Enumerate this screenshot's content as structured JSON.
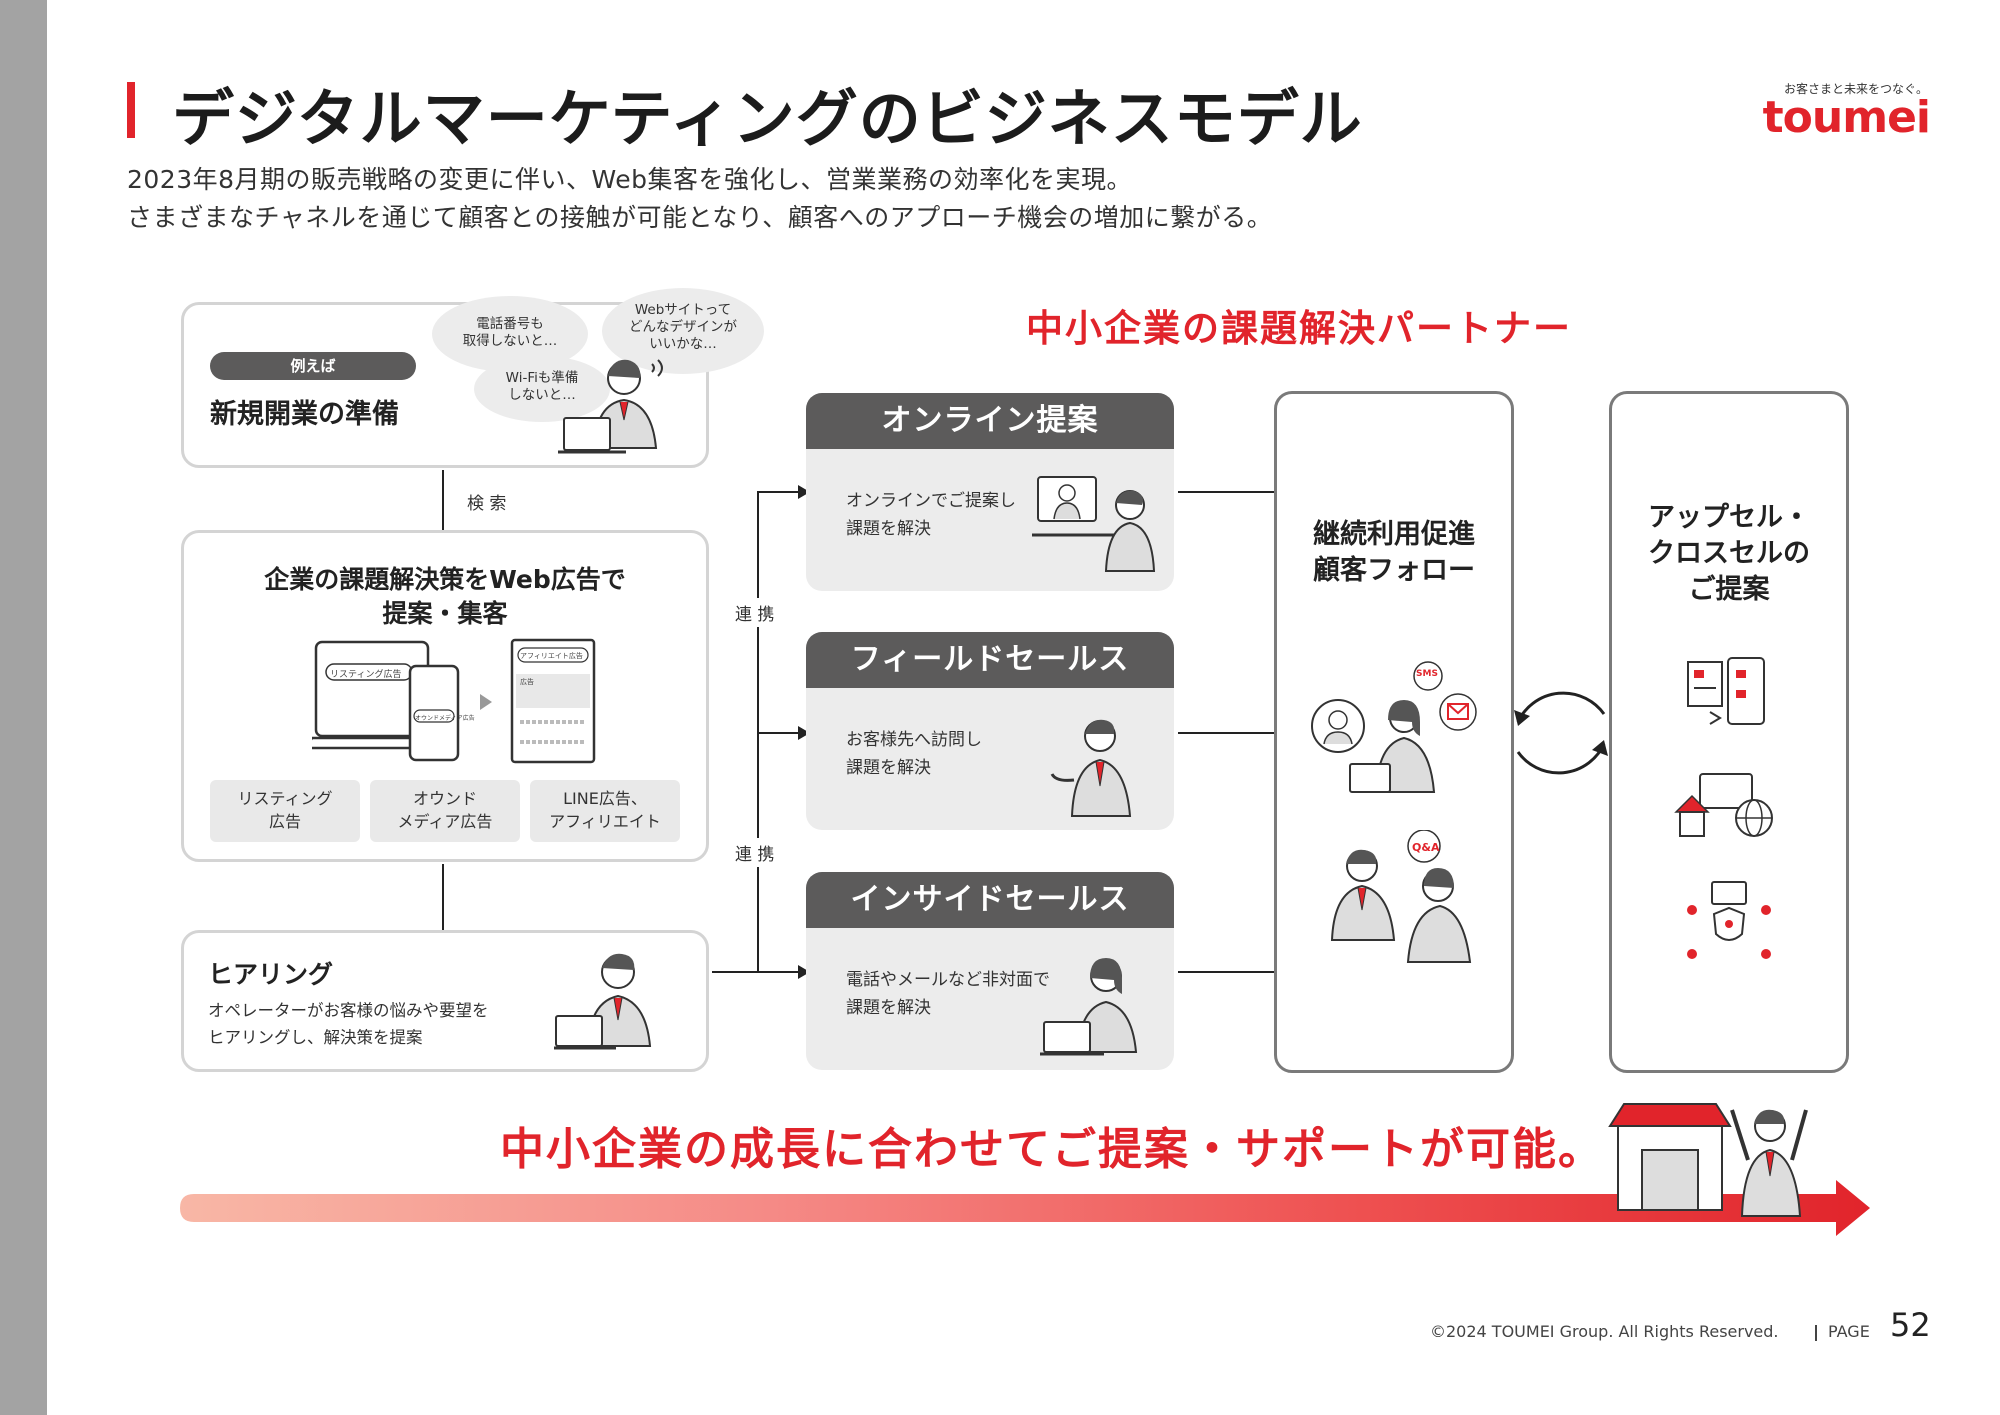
{
  "page": {
    "title": "デジタルマーケティングのビジネスモデル",
    "subtitle_line1": "2023年8月期の販売戦略の変更に伴い、Web集客を強化し、営業業務の効率化を実現。",
    "subtitle_line2": "さまざまなチャネルを通じて顧客との接触が可能となり、顧客へのアプローチ機会の増加に繋がる。"
  },
  "logo": {
    "tagline": "お客さまと未来をつなぐ。",
    "name": "toumei"
  },
  "left_flow": {
    "example_pill": "例えば",
    "example_title": "新規開業の準備",
    "bubbles": [
      {
        "line1": "電話番号も",
        "line2": "取得しないと…"
      },
      {
        "line1": "Webサイトって",
        "line2": "どんなデザインが",
        "line3": "いいかな…"
      },
      {
        "line1": "Wi-Fiも準備",
        "line2": "しないと…"
      }
    ],
    "search_label": "検 索",
    "ad_title_line1": "企業の課題解決策をWeb広告で",
    "ad_title_line2": "提案・集客",
    "search_box_text": "リスティング広告",
    "phone_search_text": "オウンドメディア広告",
    "affiliate_box_text": "アフィリエイト広告",
    "affiliate_ad_label": "広告",
    "ad_tags": [
      {
        "line1": "リスティング",
        "line2": "広告"
      },
      {
        "line1": "オウンド",
        "line2": "メディア広告"
      },
      {
        "line1": "LINE広告、",
        "line2": "アフィリエイト"
      }
    ],
    "hearing_title": "ヒアリング",
    "hearing_line1": "オペレーターがお客様の悩みや要望を",
    "hearing_line2": "ヒアリングし、解決策を提案"
  },
  "link_labels": [
    "連 携",
    "連 携"
  ],
  "partner_heading": "中小企業の課題解決パートナー",
  "channels": [
    {
      "title": "オンライン提案",
      "line1": "オンラインでご提案し",
      "line2": "課題を解決"
    },
    {
      "title": "フィールドセールス",
      "line1": "お客様先へ訪問し",
      "line2": "課題を解決"
    },
    {
      "title": "インサイドセールス",
      "line1": "電話やメールなど非対面で",
      "line2": "課題を解決"
    }
  ],
  "follow": {
    "line1": "継続利用促進",
    "line2": "顧客フォロー",
    "sms": "SMS",
    "qa": "Q&A"
  },
  "upsell": {
    "line1": "アップセル・",
    "line2": "クロスセルの",
    "line3": "ご提案"
  },
  "growth_message": "中小企業の成長に合わせてご提案・サポートが可能。",
  "footer": {
    "copyright": "©2024 TOUMEI Group. All Rights Reserved.",
    "page_label": "PAGE",
    "page_number": "52"
  },
  "colors": {
    "accent": "#e1242b",
    "header_gray": "#5c5b5b",
    "box_border": "#d4d4d4",
    "dark_border": "#7a7a7a"
  }
}
